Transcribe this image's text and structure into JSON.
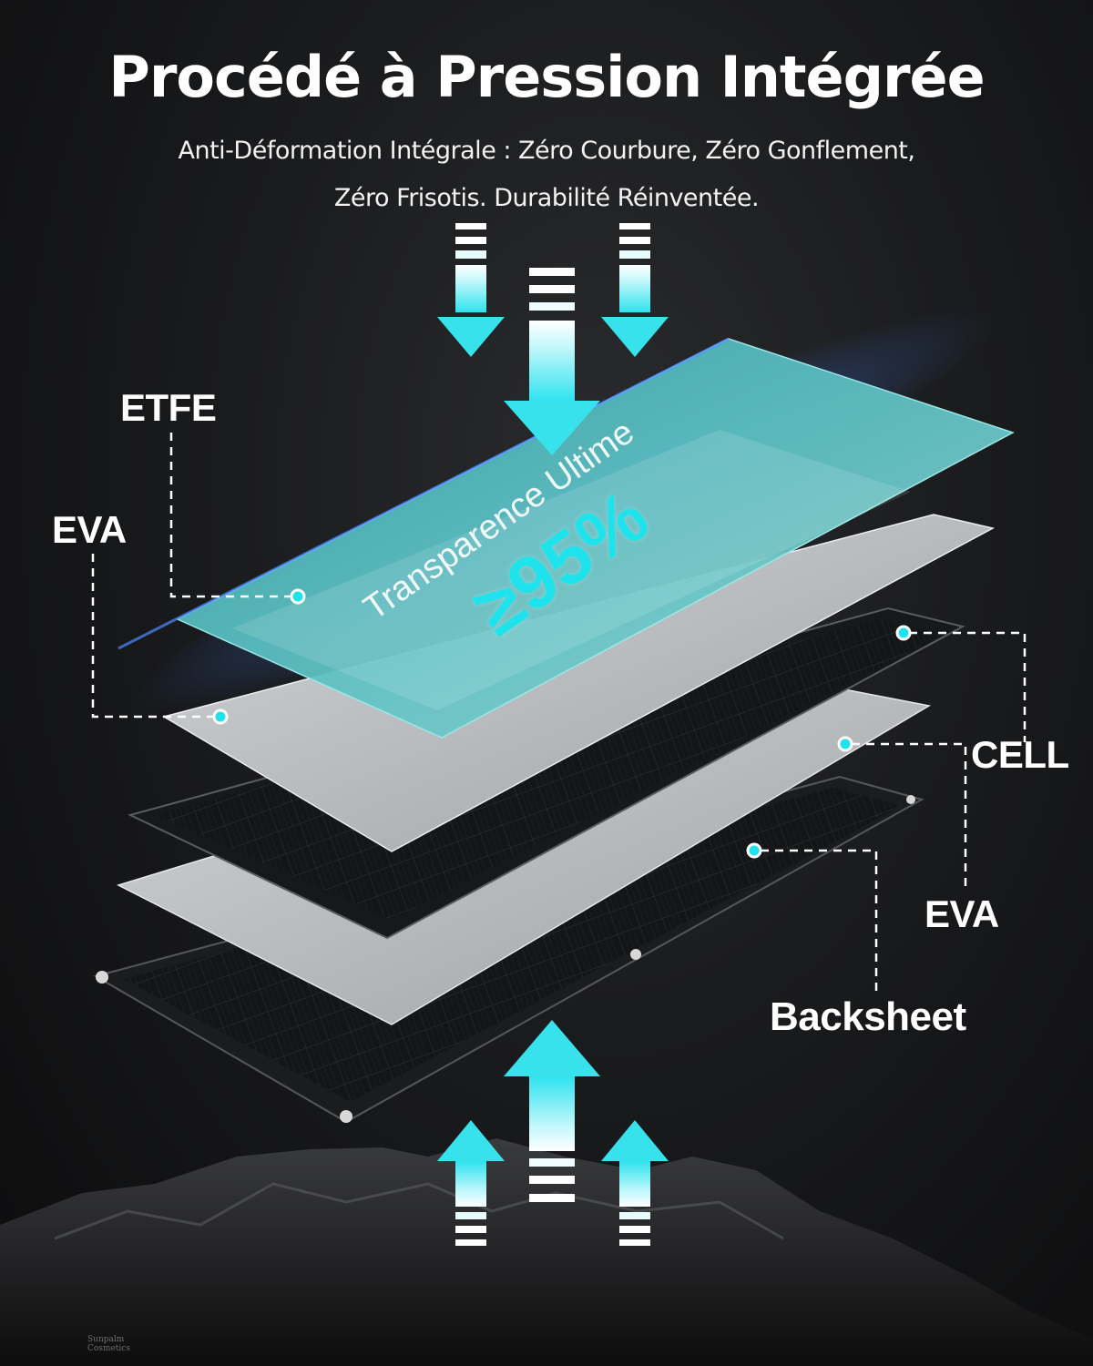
{
  "header": {
    "title": "Procédé à Pression Intégrée",
    "subtitle_line1": "Anti-Déformation Intégrale : Zéro Courbure, Zéro Gonflement,",
    "subtitle_line2": "Zéro Frisotis. Durabilité Réinventée."
  },
  "layers": {
    "etfe": "ETFE",
    "eva_top": "EVA",
    "cell": "CELL",
    "eva_bottom": "EVA",
    "backsheet": "Backsheet"
  },
  "transparency": {
    "label": "Transparence Ultime",
    "value": "≥95%"
  },
  "watermark": {
    "line1": "Sunpalm",
    "line2": "Cosmetics"
  },
  "colors": {
    "arrow_cyan": "#3fe6f0",
    "etfe_teal": "#5cc5c5",
    "accent_cyan": "#1fe3ec",
    "background": "#1a1b1d"
  }
}
